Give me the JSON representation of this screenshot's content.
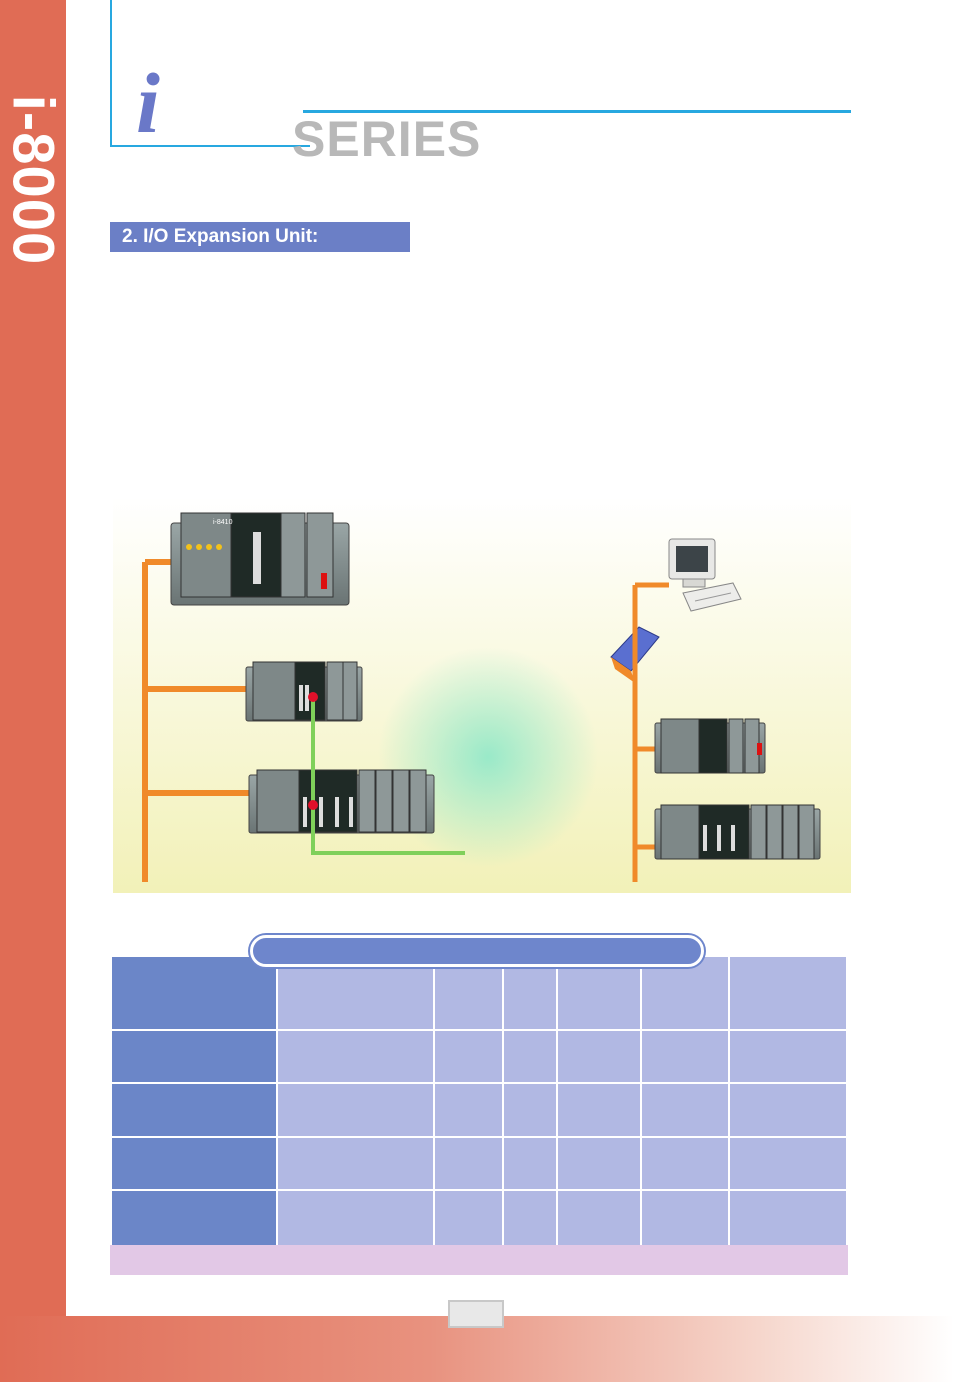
{
  "sidebar": {
    "brand_text": "i-8000"
  },
  "header": {
    "logo_letter": "i",
    "series_label": "SERIES"
  },
  "section": {
    "heading": "2. I/O Expansion Unit:"
  },
  "diagram": {
    "main_controller_label": "i-8410",
    "colors": {
      "bus_line": "#f08a2a",
      "expansion_link": "#7fd05a",
      "expansion_port": "#e0102a",
      "background_top": "#ffffff",
      "background_bottom": "#f2f1b8",
      "glow": "#8fe8c8"
    }
  },
  "table": {
    "rows": 5,
    "columns": 7,
    "colors": {
      "row_header": "#6b86c8",
      "cell": "#b1b8e3",
      "note_bar": "#e2c8e6",
      "title_pill": "#6e86cc"
    }
  },
  "colors": {
    "sidebar": "#e06c55",
    "accent_line": "#28a8e0",
    "heading_bg": "#6b7fc6",
    "logo_i": "#6a78c8",
    "series_text": "#b8b8b8"
  }
}
